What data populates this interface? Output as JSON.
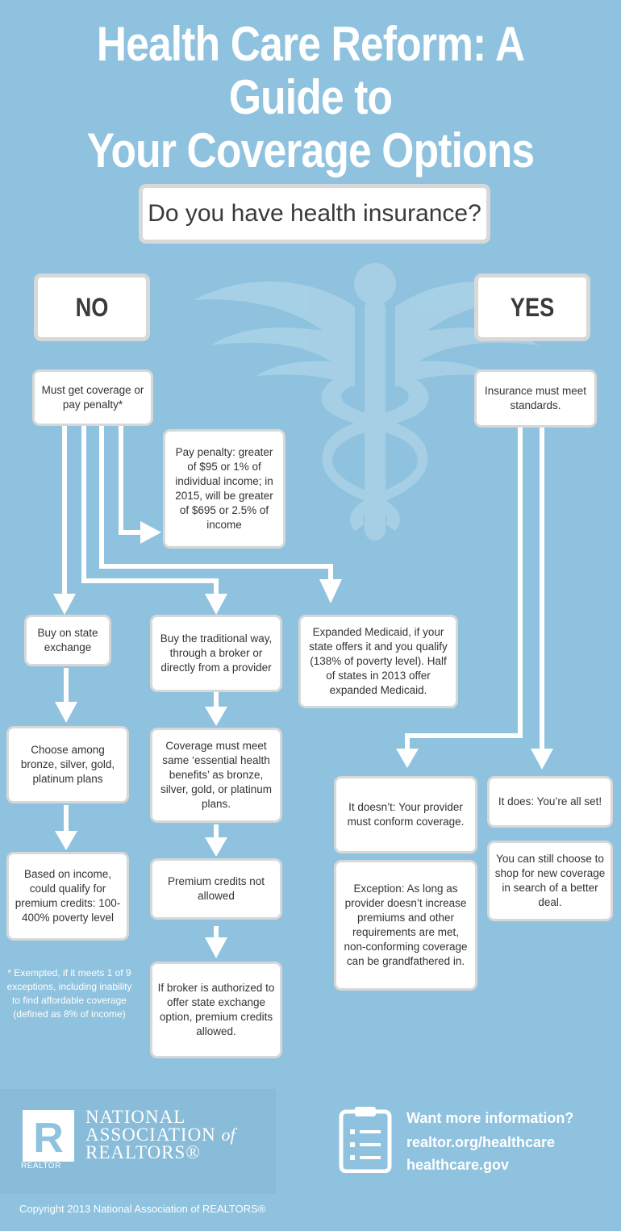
{
  "title": {
    "line1": "Health Care Reform: A Guide to",
    "line2": "Your Coverage Options"
  },
  "question": "Do you have health insurance?",
  "answers": {
    "no": "NO",
    "yes": "YES"
  },
  "no_branch": {
    "must_get": "Must get coverage or pay penalty*",
    "pay_penalty": "Pay penalty: greater of $95 or 1% of individual income;  in 2015, will be greater of $695 or 2.5% of income",
    "state_exchange": "Buy on state exchange",
    "traditional": "Buy the traditional way, through a broker or directly from a provider",
    "medicaid": "Expanded Medicaid, if your state offers it and you qualify (138% of poverty level). Half of states in 2013 offer expanded Medicaid.",
    "choose_plans": "Choose among bronze, silver, gold, platinum plans",
    "income_credits": "Based on income, could qualify for premium credits: 100-400% poverty level",
    "essential_benefits": "Coverage must meet same ‘essential health benefits’ as bronze, silver, gold, or platinum plans.",
    "credits_not_allowed": "Premium credits not allowed",
    "broker_authorized": "If broker is authorized to offer state exchange option, premium credits allowed."
  },
  "yes_branch": {
    "standards": "Insurance must meet standards.",
    "doesnt": "It doesn’t: Your provider must conform coverage.",
    "exception": "Exception: As long as provider doesn’t increase premiums and other requirements are met, non-conforming coverage can be grandfathered in.",
    "does": "It does: You’re all set!",
    "shop": "You can still choose to shop for new coverage in search of a better deal."
  },
  "footnote": "* Exempted, if it meets 1 of 9 exceptions, including inability to find affordable coverage (defined as 8% of income)",
  "footer": {
    "logo_letter": "R",
    "logo_label": "REALTOR",
    "org_line1": "NATIONAL",
    "org_line2": "ASSOCIATION",
    "org_of": "of",
    "org_line3": "REALTORS®",
    "more_info": "Want more information?",
    "link1": "realtor.org/healthcare",
    "link2": "healthcare.gov",
    "copyright": "Copyright 2013 National Association of REALTORS®"
  },
  "colors": {
    "background": "#8ec2de",
    "box": "#ffffff",
    "border": "#d8d8d8",
    "arrow": "#ffffff"
  }
}
